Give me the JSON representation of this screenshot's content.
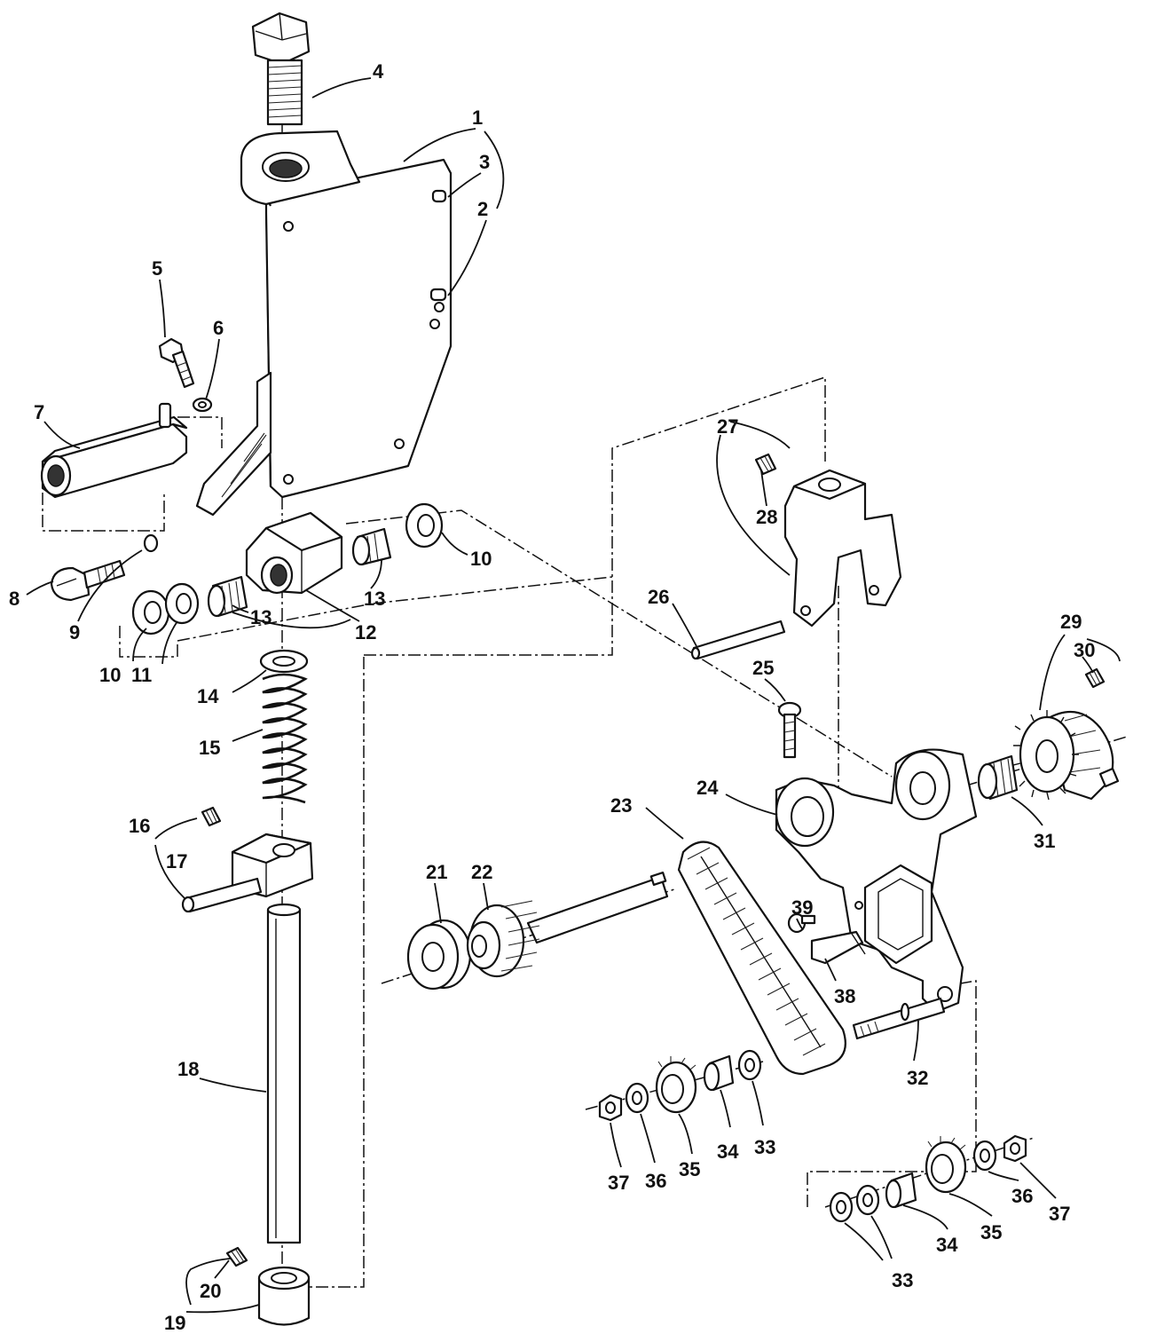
{
  "callouts": [
    {
      "id": "c1",
      "text": "1"
    },
    {
      "id": "c2",
      "text": "2"
    },
    {
      "id": "c3",
      "text": "3"
    },
    {
      "id": "c4",
      "text": "4"
    },
    {
      "id": "c5",
      "text": "5"
    },
    {
      "id": "c6",
      "text": "6"
    },
    {
      "id": "c7",
      "text": "7"
    },
    {
      "id": "c8",
      "text": "8"
    },
    {
      "id": "c9",
      "text": "9"
    },
    {
      "id": "c10a",
      "text": "10"
    },
    {
      "id": "c10b",
      "text": "10"
    },
    {
      "id": "c11",
      "text": "11"
    },
    {
      "id": "c12",
      "text": "12"
    },
    {
      "id": "c13a",
      "text": "13"
    },
    {
      "id": "c13b",
      "text": "13"
    },
    {
      "id": "c14",
      "text": "14"
    },
    {
      "id": "c15",
      "text": "15"
    },
    {
      "id": "c16",
      "text": "16"
    },
    {
      "id": "c17",
      "text": "17"
    },
    {
      "id": "c18",
      "text": "18"
    },
    {
      "id": "c19",
      "text": "19"
    },
    {
      "id": "c20",
      "text": "20"
    },
    {
      "id": "c21",
      "text": "21"
    },
    {
      "id": "c22",
      "text": "22"
    },
    {
      "id": "c23",
      "text": "23"
    },
    {
      "id": "c24",
      "text": "24"
    },
    {
      "id": "c25",
      "text": "25"
    },
    {
      "id": "c26",
      "text": "26"
    },
    {
      "id": "c27",
      "text": "27"
    },
    {
      "id": "c28",
      "text": "28"
    },
    {
      "id": "c29",
      "text": "29"
    },
    {
      "id": "c30",
      "text": "30"
    },
    {
      "id": "c31",
      "text": "31"
    },
    {
      "id": "c32",
      "text": "32"
    },
    {
      "id": "c33a",
      "text": "33"
    },
    {
      "id": "c33b",
      "text": "33"
    },
    {
      "id": "c34a",
      "text": "34"
    },
    {
      "id": "c34b",
      "text": "34"
    },
    {
      "id": "c35a",
      "text": "35"
    },
    {
      "id": "c35b",
      "text": "35"
    },
    {
      "id": "c36a",
      "text": "36"
    },
    {
      "id": "c36b",
      "text": "36"
    },
    {
      "id": "c37a",
      "text": "37"
    },
    {
      "id": "c37b",
      "text": "37"
    },
    {
      "id": "c38",
      "text": "38"
    },
    {
      "id": "c39",
      "text": "39"
    }
  ]
}
